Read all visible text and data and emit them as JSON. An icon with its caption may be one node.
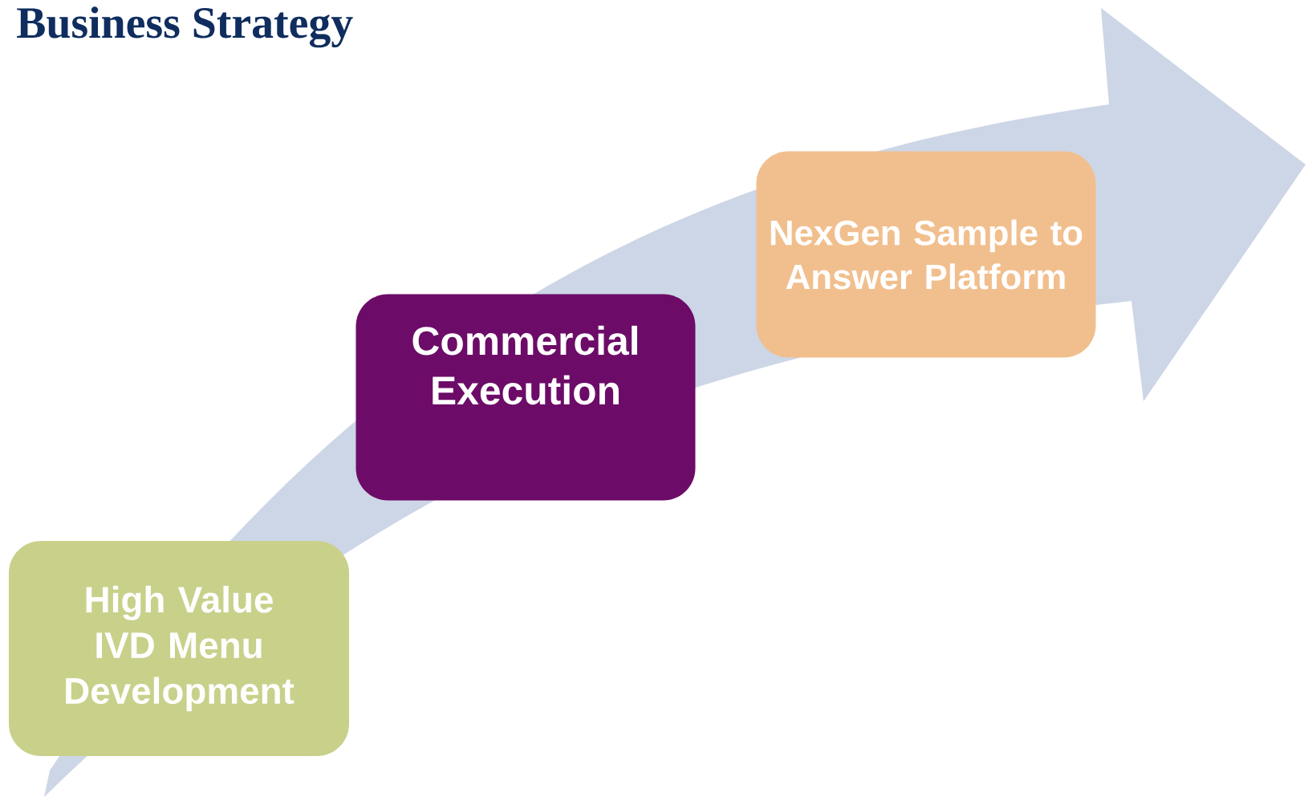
{
  "diagram": {
    "title": "Business Strategy",
    "nodes": [
      {
        "text": [
          "High Value IVD Menu Development"
        ]
      },
      {
        "text": [
          "Commercial Execution"
        ]
      },
      {
        "text": [
          "NexGen Sample to Answer Platform"
        ]
      }
    ]
  }
}
